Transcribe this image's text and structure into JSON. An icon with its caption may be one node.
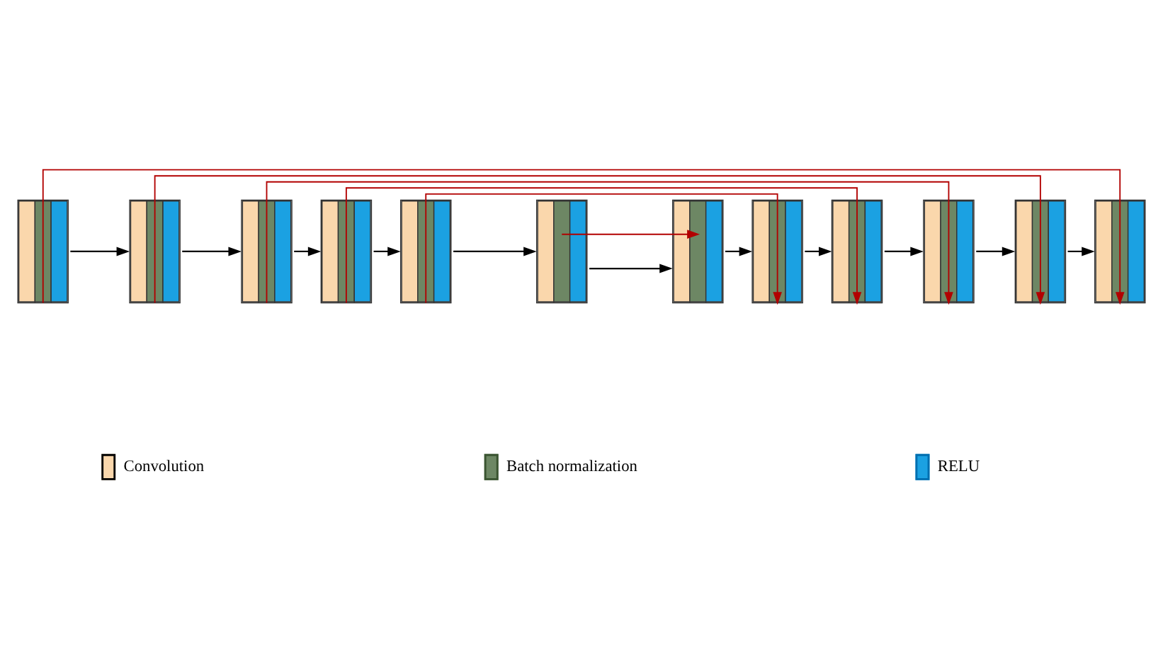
{
  "diagram": {
    "nodes": [
      {
        "text": [],
        "shape": "box"
      },
      {
        "text": [],
        "shape": "box"
      },
      {
        "text": [],
        "shape": "box"
      },
      {
        "text": [],
        "shape": "box"
      },
      {
        "text": [],
        "shape": "box"
      },
      {
        "text": [],
        "shape": "box"
      },
      {
        "text": [],
        "shape": "box"
      },
      {
        "text": [],
        "shape": "box"
      },
      {
        "text": [],
        "shape": "box"
      },
      {
        "text": [],
        "shape": "box"
      },
      {
        "text": [],
        "shape": "box"
      },
      {
        "text": [],
        "shape": "box"
      }
    ],
    "edges": [
      {
        "from": 0,
        "to": 1,
        "arrow": "to"
      },
      {
        "from": 1,
        "to": 2,
        "arrow": "to"
      },
      {
        "from": 2,
        "to": 3,
        "arrow": "to"
      },
      {
        "from": 3,
        "to": 4,
        "arrow": "to"
      },
      {
        "from": 4,
        "to": 5,
        "arrow": "to"
      },
      {
        "from": 5,
        "to": 6,
        "arrow": "to"
      },
      {
        "from": 6,
        "to": 7,
        "arrow": "to"
      },
      {
        "from": 7,
        "to": 8,
        "arrow": "to"
      },
      {
        "from": 8,
        "to": 9,
        "arrow": "to"
      },
      {
        "from": 9,
        "to": 10,
        "arrow": "to"
      },
      {
        "from": 10,
        "to": 11,
        "arrow": "to"
      },
      {
        "from": 5,
        "to": 6,
        "arrow": "to",
        "color": "#b20000"
      },
      {
        "from": 4,
        "to": 7,
        "arrow": "to",
        "color": "#b20000"
      },
      {
        "from": 3,
        "to": 8,
        "arrow": "to",
        "color": "#b20000"
      },
      {
        "from": 2,
        "to": 9,
        "arrow": "to",
        "color": "#b20000"
      },
      {
        "from": 1,
        "to": 10,
        "arrow": "to",
        "color": "#b20000"
      },
      {
        "from": 0,
        "to": 11,
        "arrow": "to",
        "color": "#b20000"
      }
    ],
    "legend": [
      {
        "text": "Convolution",
        "color": "#fad7ac"
      },
      {
        "text": "Batch normalization",
        "color": "#6d8764"
      },
      {
        "text": "RELU",
        "color": "#1ba1e2"
      }
    ]
  }
}
